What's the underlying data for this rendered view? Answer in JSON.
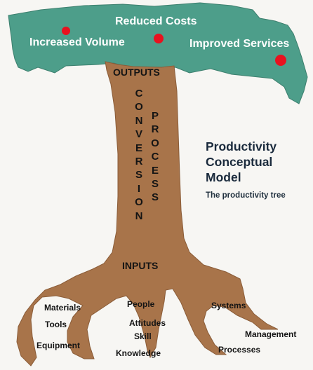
{
  "diagram": {
    "title_lines": [
      "Productivity",
      "Conceptual",
      "Model"
    ],
    "subtitle": "The productivity tree",
    "outputs": [
      "Reduced Costs",
      "Increased Volume",
      "Improved Services"
    ],
    "trunk_top": "OUTPUTS",
    "trunk_bottom": "INPUTS",
    "conversion": "CONVERSION",
    "process": "PROCESS",
    "root_labels": [
      "Materials",
      "Tools",
      "Equipment",
      "People",
      "Attitudes",
      "Skill",
      "Knowledge",
      "Systems",
      "Management",
      "Processes"
    ]
  },
  "colors": {
    "canopy": "#4d9e8a",
    "trunk": "#a8744a",
    "dot": "#e8121f",
    "background": "#f7f6f3"
  }
}
